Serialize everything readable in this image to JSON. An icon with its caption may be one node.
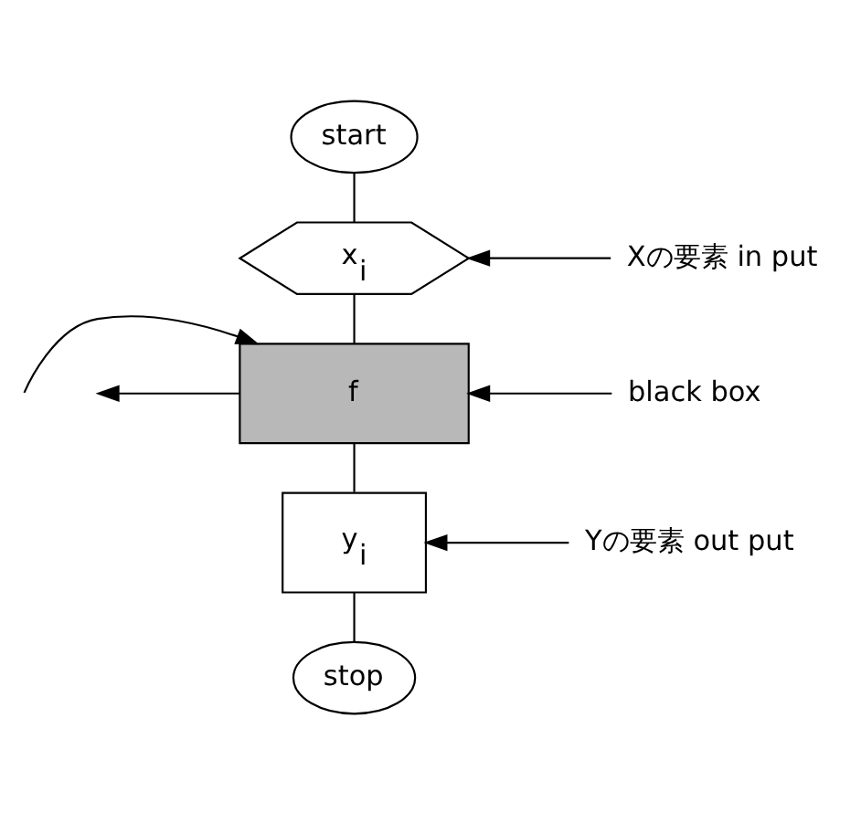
{
  "diagram": {
    "nodes": [
      {
        "text": [
          "start"
        ]
      },
      {
        "text": [
          "x$_{i}$"
        ]
      },
      {
        "text": [
          "f"
        ]
      },
      {
        "text": [
          "y$_{i}$"
        ]
      },
      {
        "text": [
          "stop"
        ]
      },
      {
        "text": [
          "Xの要素 in put"
        ]
      },
      {
        "text": [
          "black box"
        ]
      },
      {
        "text": [
          "Yの要素 out put"
        ]
      }
    ],
    "edges": [
      {
        "from": 0,
        "to": 1,
        "arrow": "none"
      },
      {
        "from": 1,
        "to": 2,
        "arrow": "none"
      },
      {
        "from": 2,
        "to": 3,
        "arrow": "none"
      },
      {
        "from": 3,
        "to": 4,
        "arrow": "none"
      },
      {
        "from": 5,
        "to": 1,
        "arrow": "to"
      },
      {
        "from": 6,
        "to": 2,
        "arrow": "to"
      },
      {
        "from": 7,
        "to": 3,
        "arrow": "to"
      },
      {
        "from": null,
        "to": 2,
        "arrow": "to"
      },
      {
        "from": 2,
        "to": null,
        "arrow": "to"
      }
    ]
  }
}
